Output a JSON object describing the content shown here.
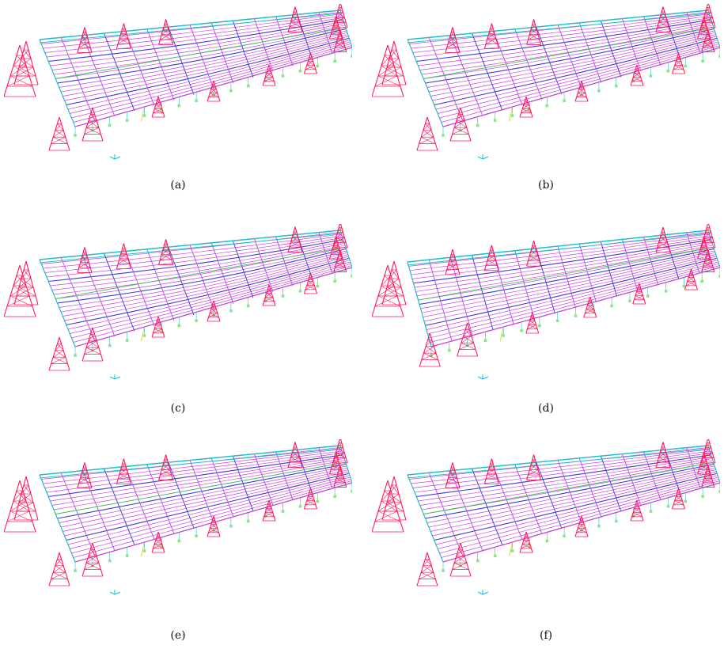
{
  "figure": {
    "panels": [
      {
        "id": "a",
        "label": "(a)"
      },
      {
        "id": "b",
        "label": "(b)"
      },
      {
        "id": "c",
        "label": "(c)"
      },
      {
        "id": "d",
        "label": "(d)"
      },
      {
        "id": "e",
        "label": "(e)"
      },
      {
        "id": "f",
        "label": "(f)"
      }
    ],
    "colors": {
      "truss_red": "#ff1a5c",
      "girder_blue": "#3a3ad6",
      "purlin_violet": "#b04ae8",
      "purlin_magenta": "#e040d0",
      "beam_cyan": "#20c0c8",
      "brace_green": "#40c060",
      "support_green": "#88e888",
      "axis_cyan": "#18b8e0",
      "accent_yellow": "#e8d040"
    }
  }
}
